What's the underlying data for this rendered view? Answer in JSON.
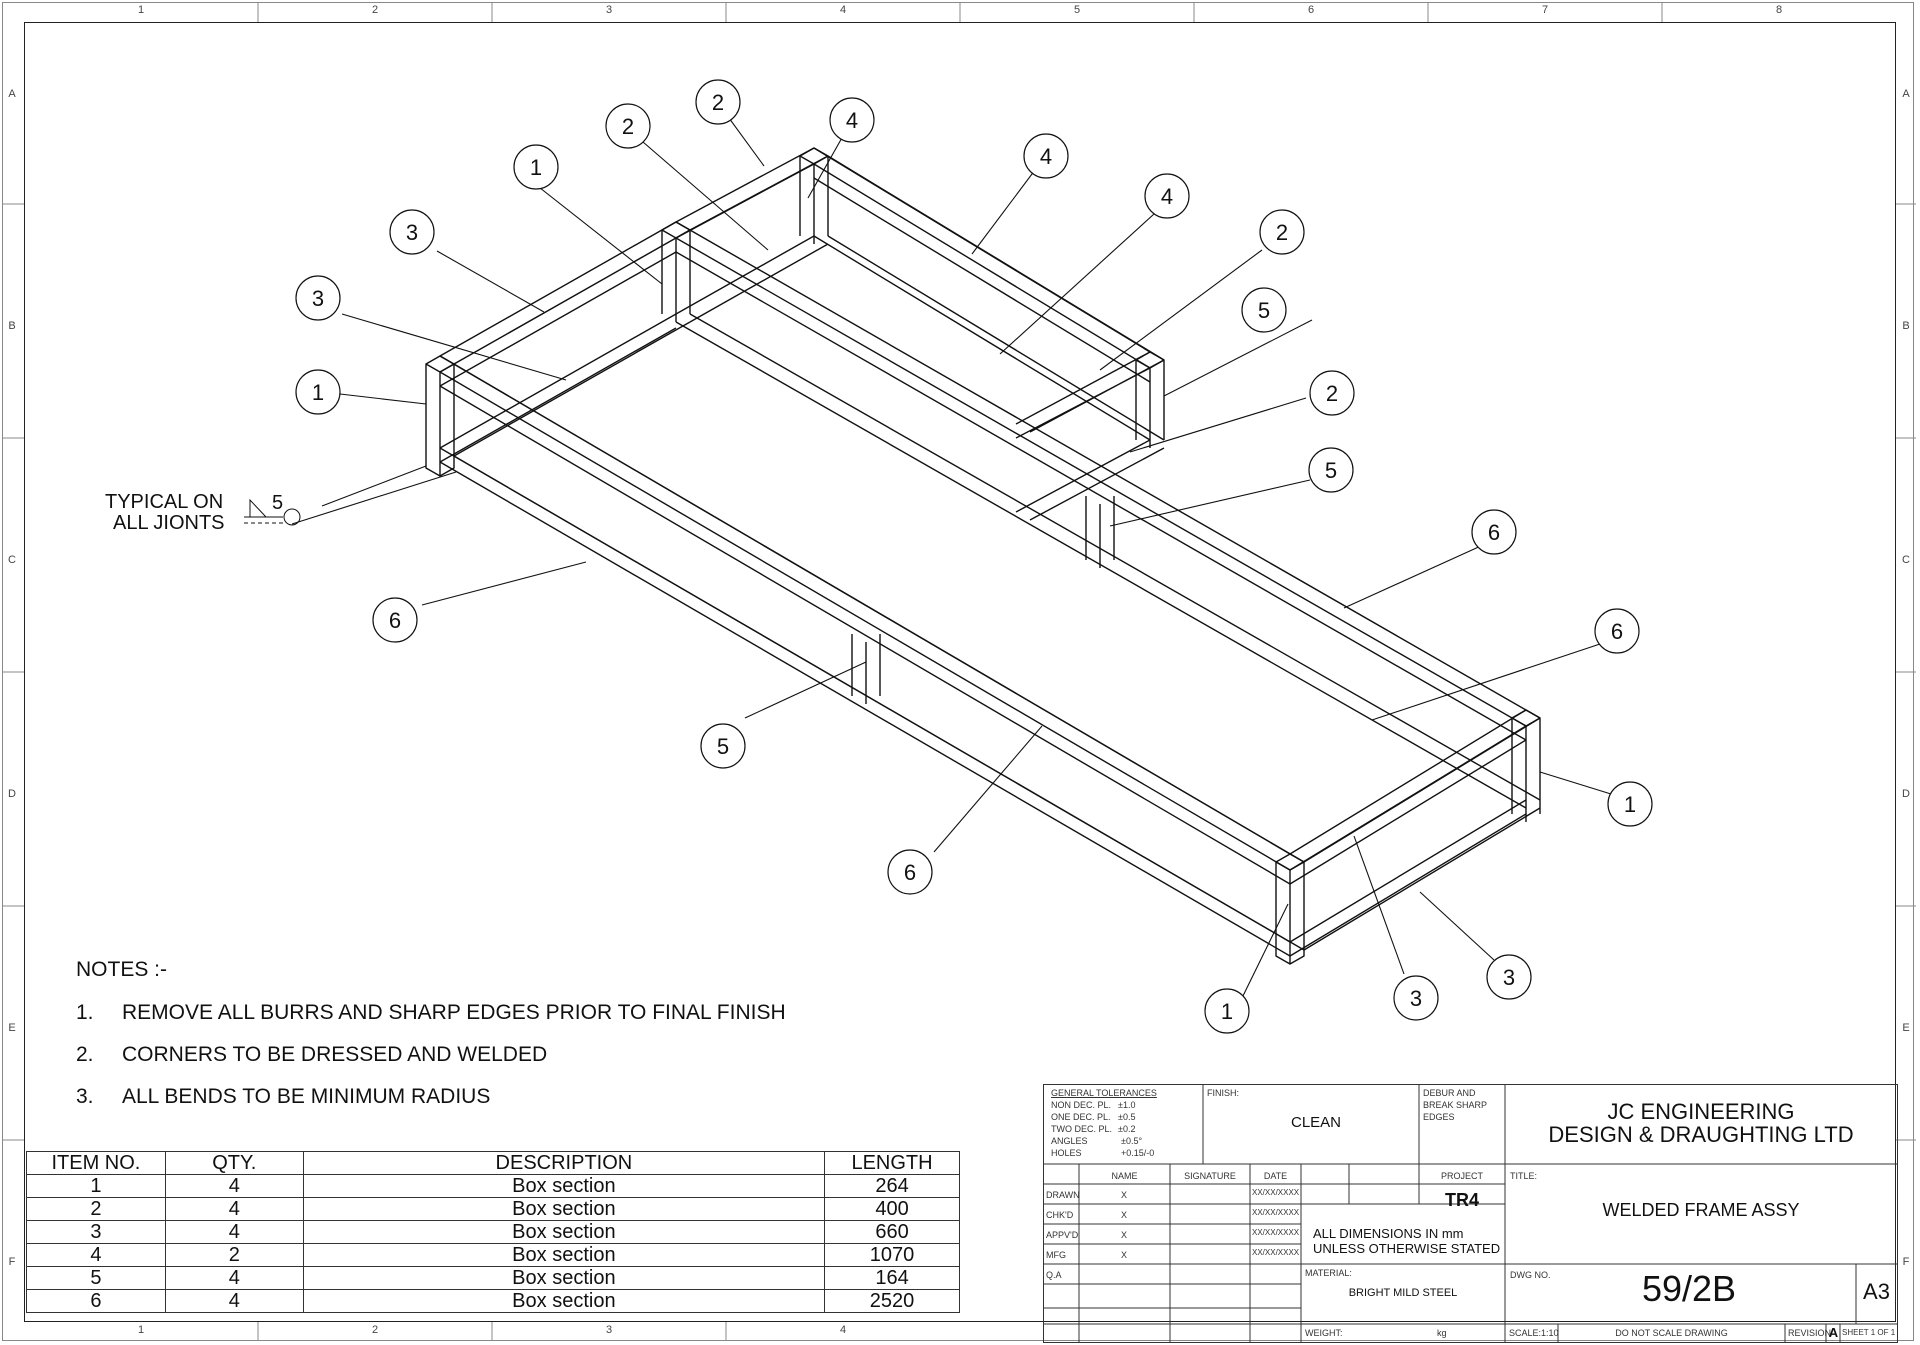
{
  "border": {
    "columns": [
      "1",
      "2",
      "3",
      "4",
      "5",
      "6",
      "7",
      "8"
    ],
    "rows": [
      "A",
      "B",
      "C",
      "D",
      "E",
      "F"
    ]
  },
  "balloons": [
    "1",
    "2",
    "3",
    "4",
    "5",
    "6"
  ],
  "weld_note": {
    "line1": "TYPICAL ON",
    "line2": "ALL JIONTS",
    "size": "5"
  },
  "notes": {
    "heading": "NOTES :-",
    "items": [
      {
        "num": "1.",
        "text": "REMOVE ALL BURRS AND SHARP EDGES PRIOR TO FINAL FINISH"
      },
      {
        "num": "2.",
        "text": "CORNERS TO BE DRESSED AND WELDED"
      },
      {
        "num": "3.",
        "text": "ALL BENDS TO BE MINIMUM RADIUS"
      }
    ]
  },
  "bom": {
    "headers": [
      "ITEM NO.",
      "QTY.",
      "DESCRIPTION",
      "LENGTH"
    ],
    "rows": [
      [
        "1",
        "4",
        "Box section",
        "264"
      ],
      [
        "2",
        "4",
        "Box section",
        "400"
      ],
      [
        "3",
        "4",
        "Box section",
        "660"
      ],
      [
        "4",
        "2",
        "Box section",
        "1070"
      ],
      [
        "5",
        "4",
        "Box section",
        "164"
      ],
      [
        "6",
        "4",
        "Box section",
        "2520"
      ]
    ]
  },
  "title_block": {
    "tolerances_title": "GENERAL TOLERANCES",
    "tolerances": [
      [
        "NON DEC. PL.",
        "±1.0"
      ],
      [
        "ONE DEC. PL.",
        "±0.5"
      ],
      [
        "TWO DEC. PL.",
        "±0.2"
      ],
      [
        "ANGLES",
        "±0.5°"
      ],
      [
        "HOLES",
        "+0.15/-0"
      ]
    ],
    "finish_label": "FINISH:",
    "finish": "CLEAN",
    "debur": [
      "DEBUR AND",
      "BREAK SHARP",
      "EDGES"
    ],
    "company_line1": "JC ENGINEERING",
    "company_line2": "DESIGN & DRAUGHTING LTD",
    "col_name": "NAME",
    "col_signature": "SIGNATURE",
    "col_date": "DATE",
    "project_label": "PROJECT",
    "project": "TR4",
    "title_label": "TITLE:",
    "title": "WELDED FRAME ASSY",
    "approvals": [
      {
        "role": "DRAWN",
        "name": "X",
        "date": "XX/XX/XXXX"
      },
      {
        "role": "CHK'D",
        "name": "X",
        "date": "XX/XX/XXXX"
      },
      {
        "role": "APPV'D",
        "name": "X",
        "date": "XX/XX/XXXX"
      },
      {
        "role": "MFG",
        "name": "X",
        "date": "XX/XX/XXXX"
      },
      {
        "role": "Q.A",
        "name": "",
        "date": ""
      }
    ],
    "dims_line1": "ALL DIMENSIONS IN mm",
    "dims_line2": "UNLESS OTHERWISE STATED",
    "material_label": "MATERIAL:",
    "material": "BRIGHT MILD STEEL",
    "dwg_label": "DWG NO.",
    "dwg_no": "59/2B",
    "size": "A3",
    "weight_label": "WEIGHT:",
    "weight_unit": "kg",
    "scale": "SCALE:1:10",
    "do_not_scale": "DO NOT SCALE DRAWING",
    "revision_label": "REVISION",
    "revision": "A",
    "sheet": "SHEET 1 OF 1"
  }
}
